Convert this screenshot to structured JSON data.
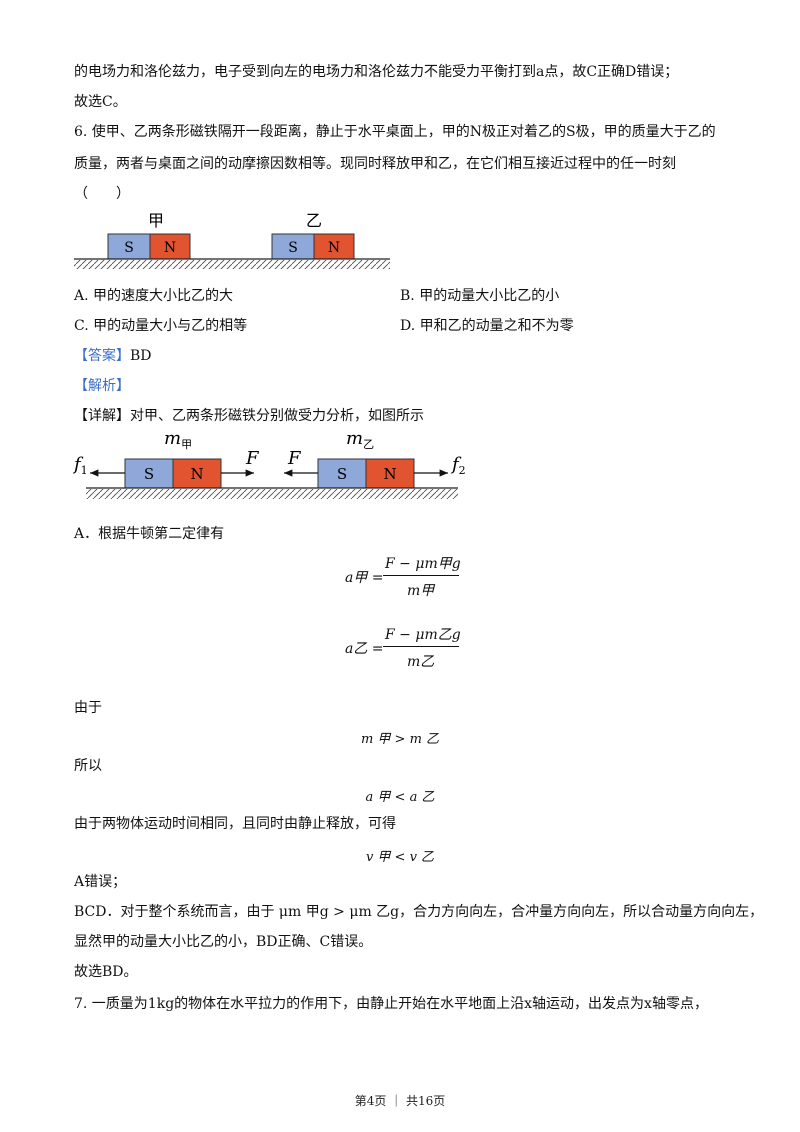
{
  "lines": {
    "l1": "的电场力和洛伦兹力，电子受到向左的电场力和洛伦兹力不能受力平衡打到a点，故C正确D错误；",
    "l2": "故选C。",
    "q6_a": "6. 使甲、乙两条形磁铁隔开一段距离，静止于水平桌面上，甲的N极正对着乙的S极，甲的质量大于乙的",
    "q6_b": "质量，两者与桌面之间的动摩擦因数相等。现同时释放甲和乙，在它们相互接近过程中的任一时刻",
    "q6_c": "（　　）"
  },
  "figure1": {
    "label_left": "甲",
    "label_right": "乙",
    "s": "S",
    "n": "N",
    "colors": {
      "s": "#8ea9d9",
      "n": "#e2532f"
    }
  },
  "options": {
    "a": "A. 甲的速度大小比乙的大",
    "b": "B. 甲的动量大小比乙的小",
    "c": "C. 甲的动量大小与乙的相等",
    "d": "D. 甲和乙的动量之和不为零"
  },
  "answer_tag": "【答案】",
  "answer": "BD",
  "analysis_tag": "【解析】",
  "detail": "【详解】对甲、乙两条形磁铁分别做受力分析，如图所示",
  "figure2": {
    "m_left": "m",
    "m_left_sub": "甲",
    "m_right": "m",
    "m_right_sub": "乙",
    "f1": "f",
    "f1_sub": "1",
    "f2": "f",
    "f2_sub": "2",
    "F": "F",
    "s": "S",
    "n": "N"
  },
  "solution": {
    "a_intro": "A．根据牛顿第二定律有",
    "eq1_lhs": "a甲 =",
    "eq1_num": "F − μm甲g",
    "eq1_den": "m甲",
    "eq2_lhs": "a乙 =",
    "eq2_num": "F − μm乙g",
    "eq2_den": "m乙",
    "since": "由于",
    "ineq1": "m 甲 > m 乙",
    "so": "所以",
    "ineq2": "a 甲 < a 乙",
    "time": "由于两物体运动时间相同，且同时由静止释放，可得",
    "ineq3": "v 甲 < v 乙",
    "a_wrong": "A错误；",
    "bcd_1": "BCD．对于整个系统而言，由于 μm 甲g > μm 乙g，合力方向向左，合冲量方向向左，所以合动量方向向左，",
    "bcd_2": "显然甲的动量大小比乙的小，BD正确、C错误。",
    "choose": "故选BD。"
  },
  "q7": "7. 一质量为1kg的物体在水平拉力的作用下，由静止开始在水平地面上沿x轴运动，出发点为x轴零点，",
  "footer": "第4页 ｜ 共16页"
}
